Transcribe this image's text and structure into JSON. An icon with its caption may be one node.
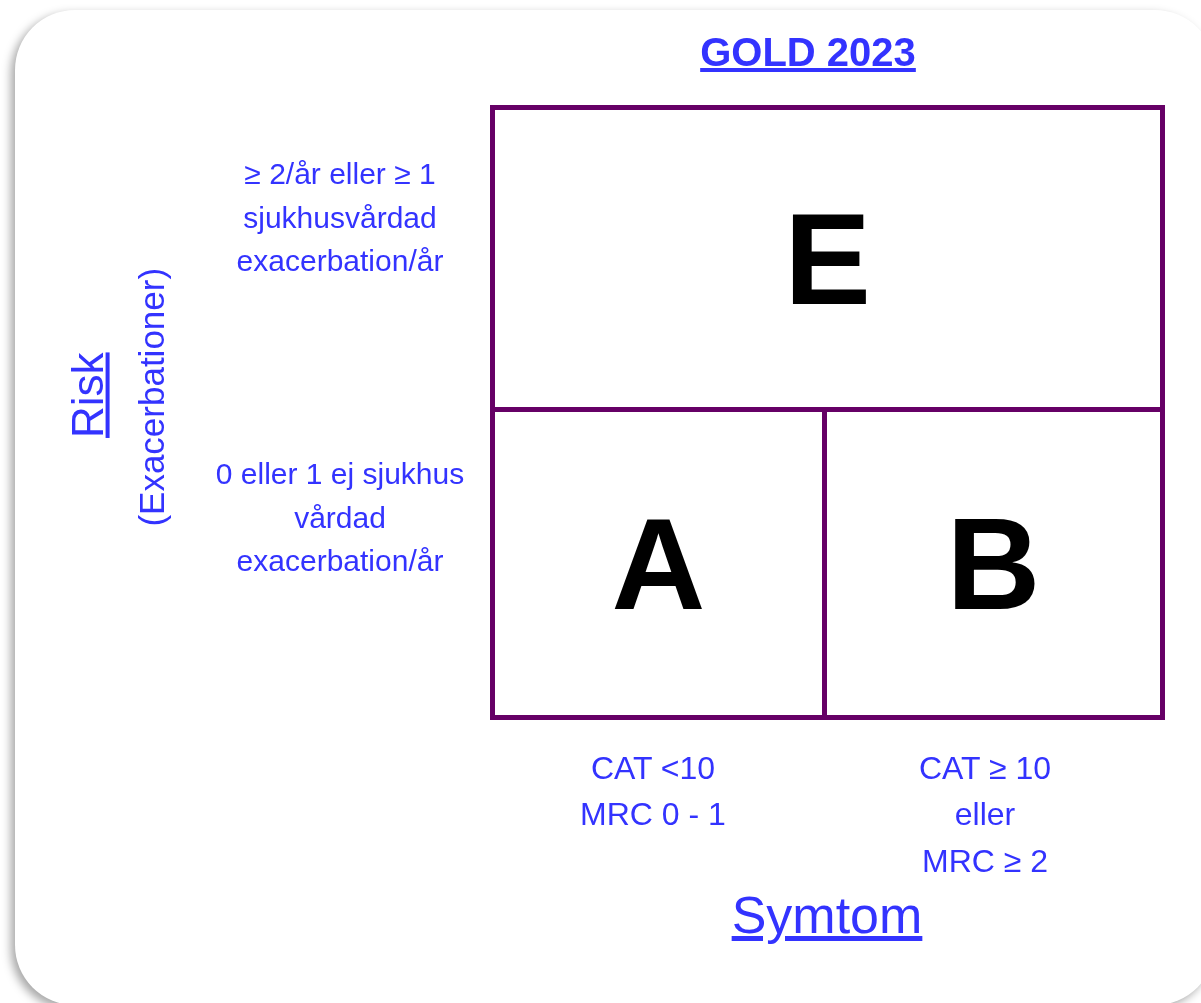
{
  "diagram": {
    "title": "GOLD 2023",
    "nodes": [
      {
        "text": [
          "E"
        ]
      },
      {
        "text": [
          "A"
        ]
      },
      {
        "text": [
          "B"
        ]
      }
    ],
    "labels": [
      "≥ 2/år eller ≥ 1 sjukhusvårdad exacerbation/år",
      "0 eller 1 ej sjukhus vårdad exacerbation/år",
      "CAT <10 MRC 0 - 1",
      "CAT ≥ 10 eller MRC ≥ 2",
      "Symtom",
      "Risk",
      "(Exacerbationer)"
    ]
  }
}
